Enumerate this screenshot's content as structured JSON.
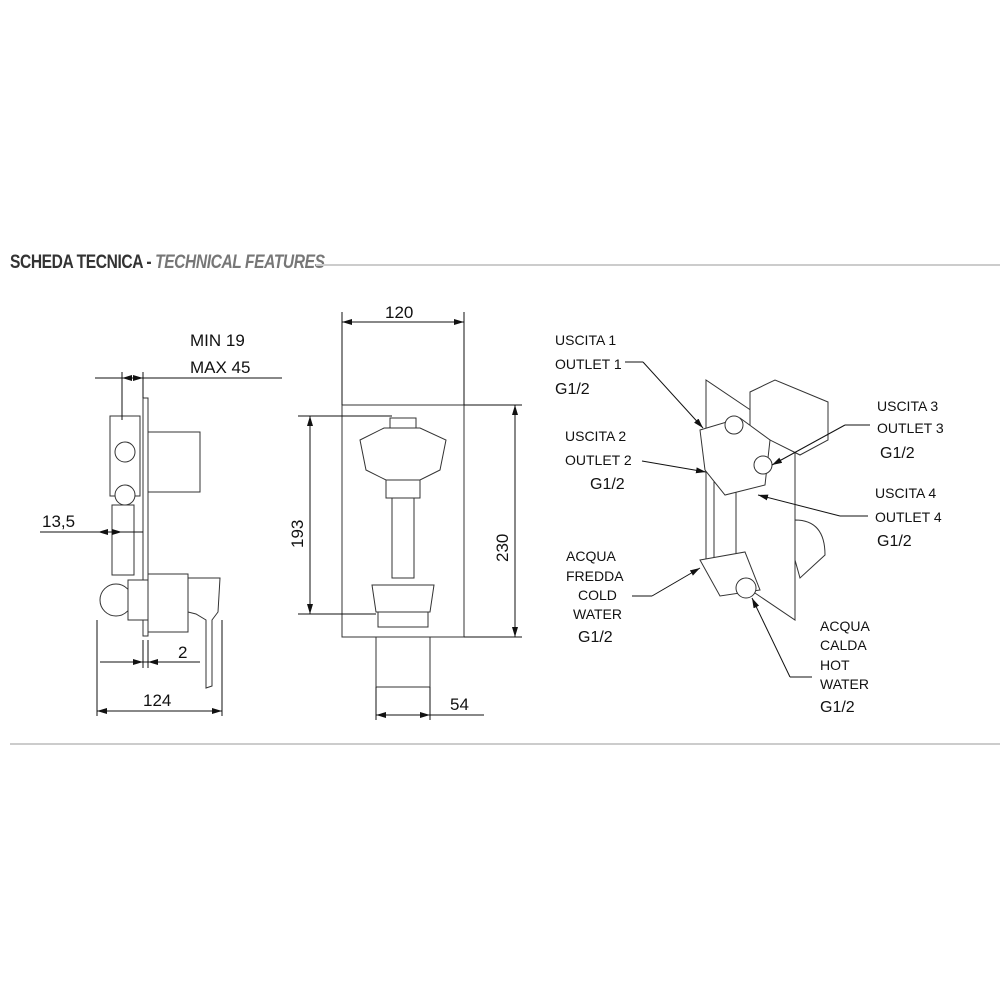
{
  "header": {
    "title_it": "SCHEDA TECNICA",
    "separator": " - ",
    "title_en": "TECHNICAL FEATURES"
  },
  "side_view": {
    "min": "MIN 19",
    "max": "MAX 45",
    "dim_depth": "13,5",
    "dim_plate": "2",
    "dim_total": "124"
  },
  "front_view": {
    "width": "120",
    "inner_height": "193",
    "height": "230",
    "spout": "54"
  },
  "iso_view": {
    "outlet1": {
      "it": "USCITA 1",
      "en": "OUTLET 1",
      "thread": "G1/2"
    },
    "outlet2": {
      "it": "USCITA 2",
      "en": "OUTLET 2",
      "thread": "G1/2"
    },
    "outlet3": {
      "it": "USCITA 3",
      "en": "OUTLET 3",
      "thread": "G1/2"
    },
    "outlet4": {
      "it": "USCITA 4",
      "en": "OUTLET 4",
      "thread": "G1/2"
    },
    "cold": {
      "it1": "ACQUA",
      "it2": "FREDDA",
      "en1": "COLD",
      "en2": "WATER",
      "thread": "G1/2"
    },
    "hot": {
      "it1": "ACQUA",
      "it2": "CALDA",
      "en1": "HOT",
      "en2": "WATER",
      "thread": "G1/2"
    }
  }
}
